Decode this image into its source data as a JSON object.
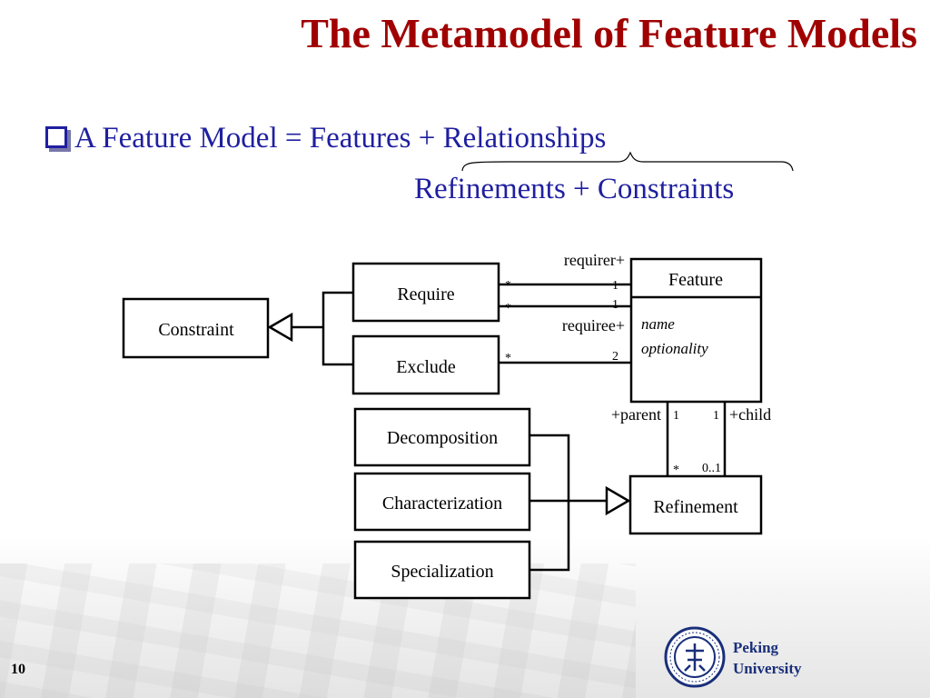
{
  "slide": {
    "title": "The Metamodel of Feature Models",
    "bullet": "A Feature Model = Features + Relationships",
    "subline": "Refinements + Constraints",
    "page_number": "10",
    "logo_text_line1": "Peking",
    "logo_text_line2": "University"
  },
  "diagram": {
    "classes": {
      "constraint": "Constraint",
      "require": "Require",
      "exclude": "Exclude",
      "feature": "Feature",
      "decomposition": "Decomposition",
      "characterization": "Characterization",
      "specialization": "Specialization",
      "refinement": "Refinement"
    },
    "feature_attributes": [
      "name",
      "optionality"
    ],
    "roles": {
      "requirer": "requirer+",
      "requiree": "requiree+",
      "parent": "+parent",
      "child": "+child"
    },
    "multiplicities": {
      "require_top_left": "*",
      "require_top_right": "1",
      "require_bottom_left": "*",
      "require_bottom_right": "1",
      "exclude_left": "*",
      "exclude_right": "2",
      "parent_top": "1",
      "child_top": "1",
      "parent_bottom": "*",
      "child_bottom": "0..1"
    }
  },
  "colors": {
    "title": "#a00000",
    "bullet_text": "#1f1fa0",
    "logo_text": "#1a2f7a"
  }
}
